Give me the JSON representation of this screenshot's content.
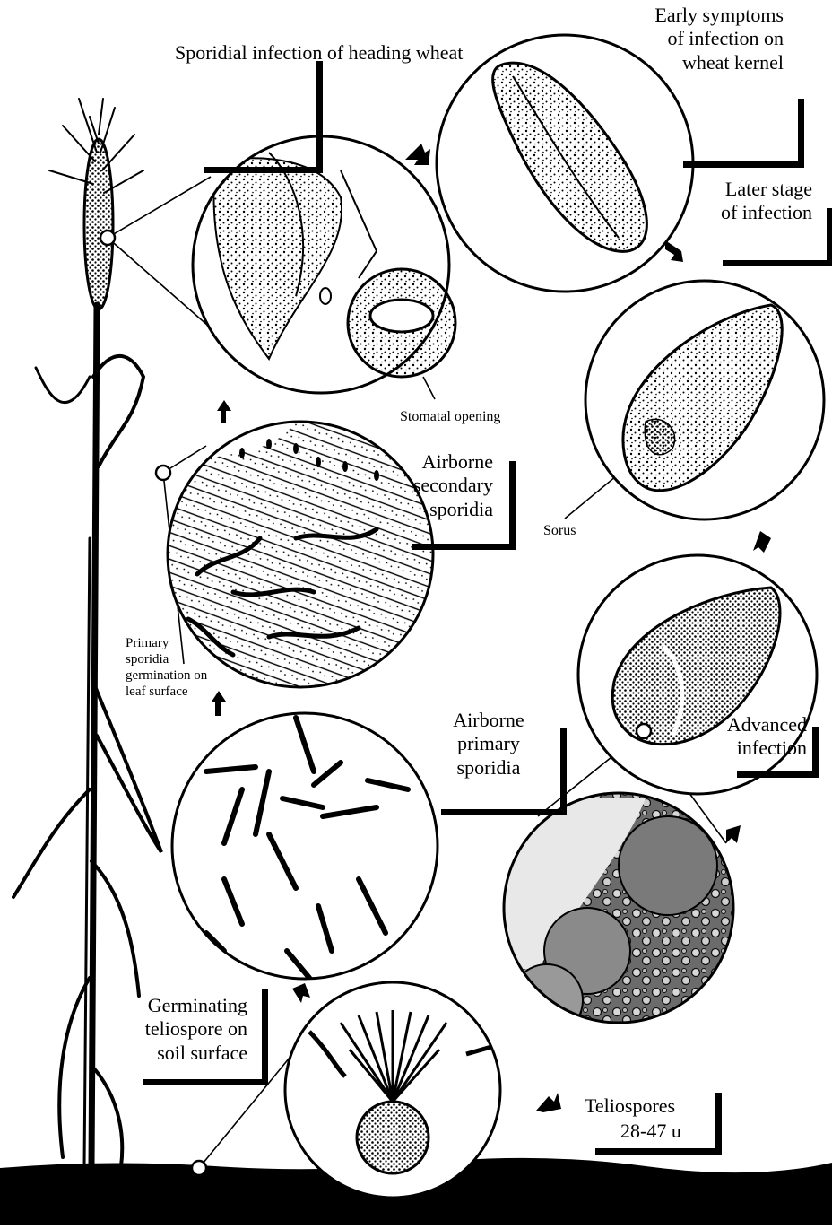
{
  "diagram": {
    "labels": {
      "sporidial_infection": "Sporidial infection of heading wheat",
      "early_symptoms": "Early symptoms of infection on wheat kernel",
      "later_stage": "Later stage of infection",
      "stomatal_opening": "Stomatal opening",
      "airborne_secondary": "Airborne secondary sporidia",
      "sorus": "Sorus",
      "primary_germination": "Primary sporidia germination on leaf surface",
      "advanced_infection": "Advanced infection",
      "airborne_primary": "Airborne primary sporidia",
      "germinating_teliospore": "Germinating teliospore on soil surface",
      "teliospores": "Teliospores",
      "teliospore_size": "28-47 u"
    }
  }
}
